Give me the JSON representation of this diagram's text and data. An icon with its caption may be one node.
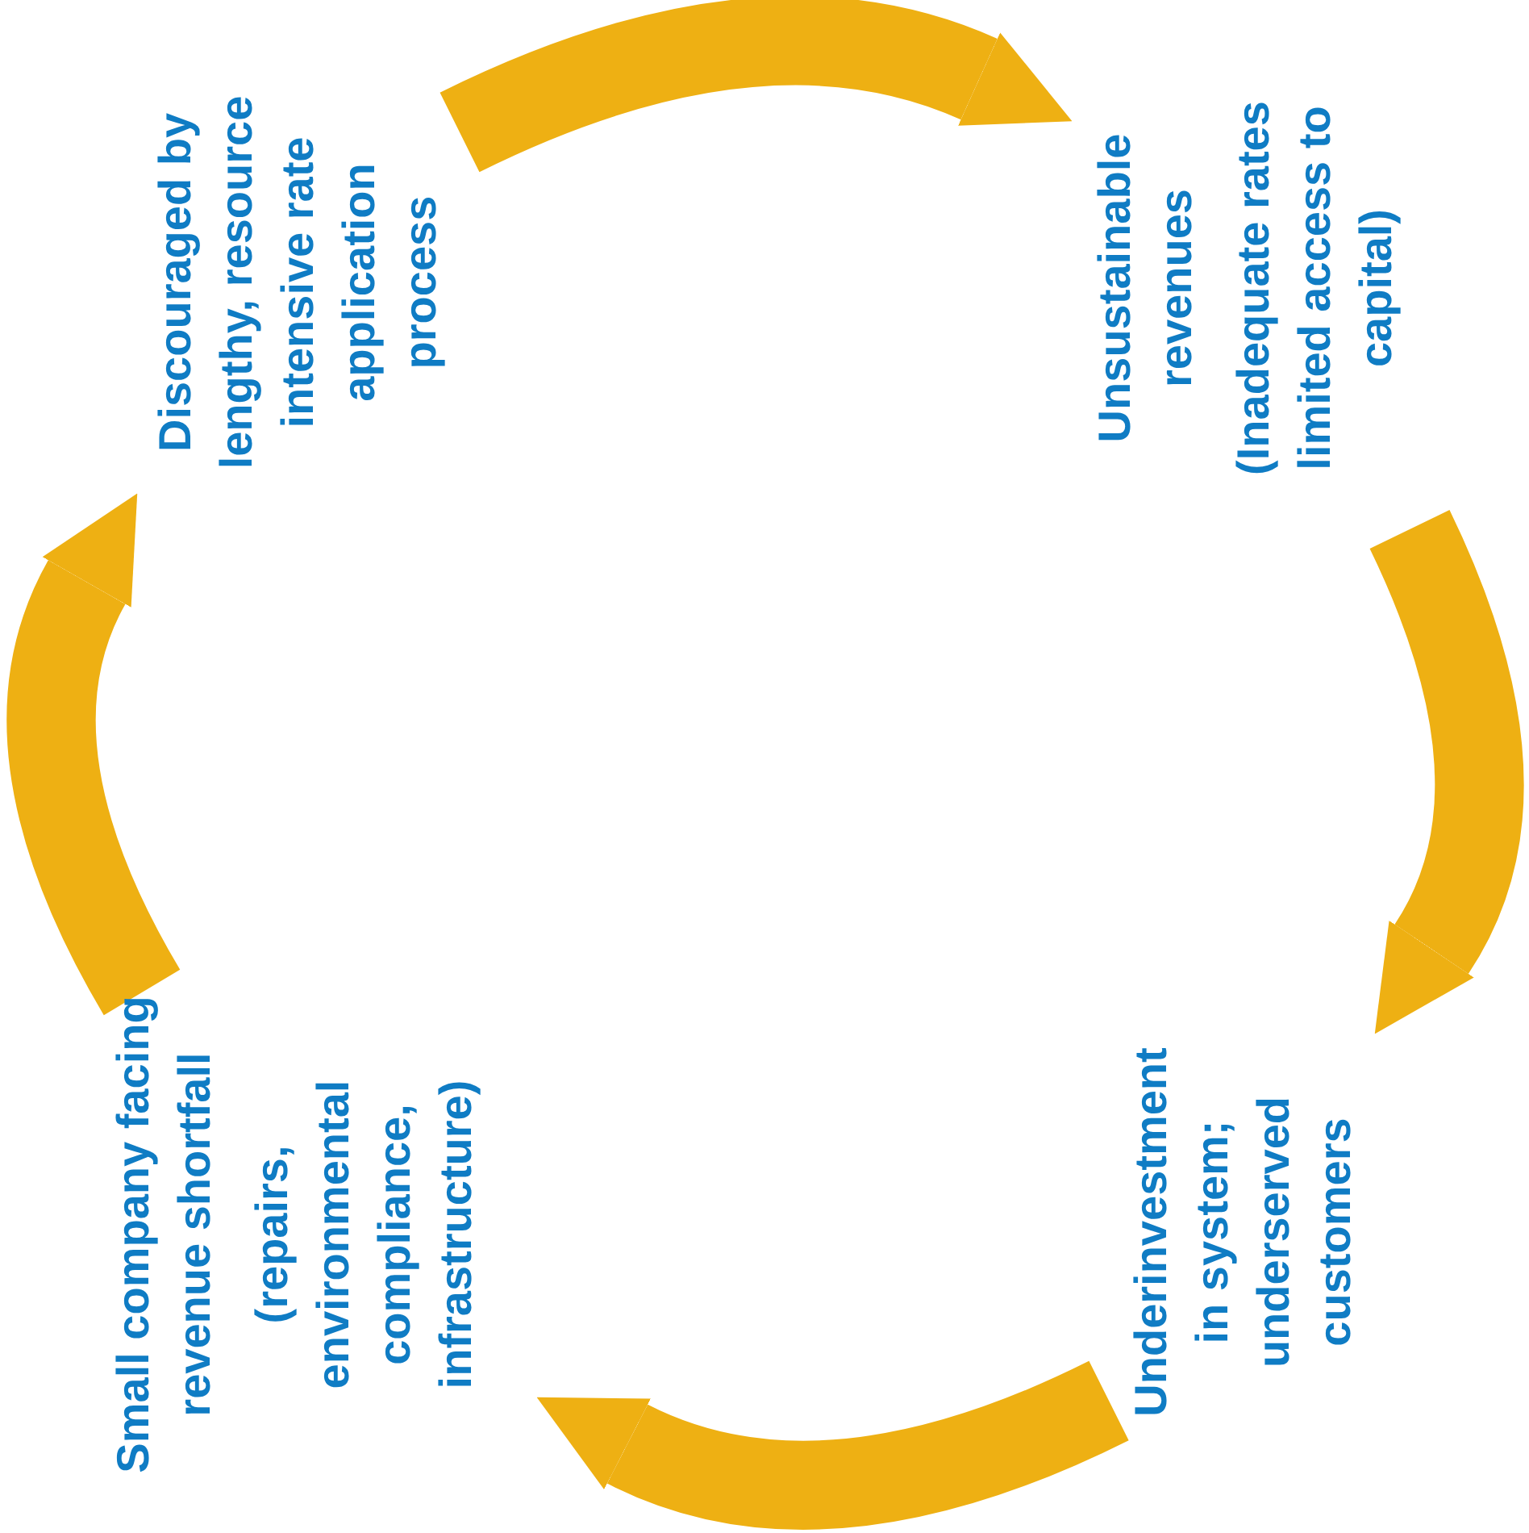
{
  "diagram": {
    "nodes": [
      {
        "text": [
          "Discouraged by lengthy, resource intensive rate application process"
        ]
      },
      {
        "text": [
          "Unsustainable revenues",
          "(Inadequate rates limited access to capital)"
        ]
      },
      {
        "text": [
          "Underinvestment in system; underserved customers"
        ]
      },
      {
        "text": [
          "Small company facing revenue shortfall",
          "(repairs, environmental compliance, infrastructure)"
        ]
      }
    ],
    "edges": [
      {
        "from": 0,
        "to": 1,
        "arrow": "to"
      },
      {
        "from": 1,
        "to": 2,
        "arrow": "to"
      },
      {
        "from": 2,
        "to": 3,
        "arrow": "to"
      },
      {
        "from": 3,
        "to": 0,
        "arrow": "to"
      }
    ]
  }
}
